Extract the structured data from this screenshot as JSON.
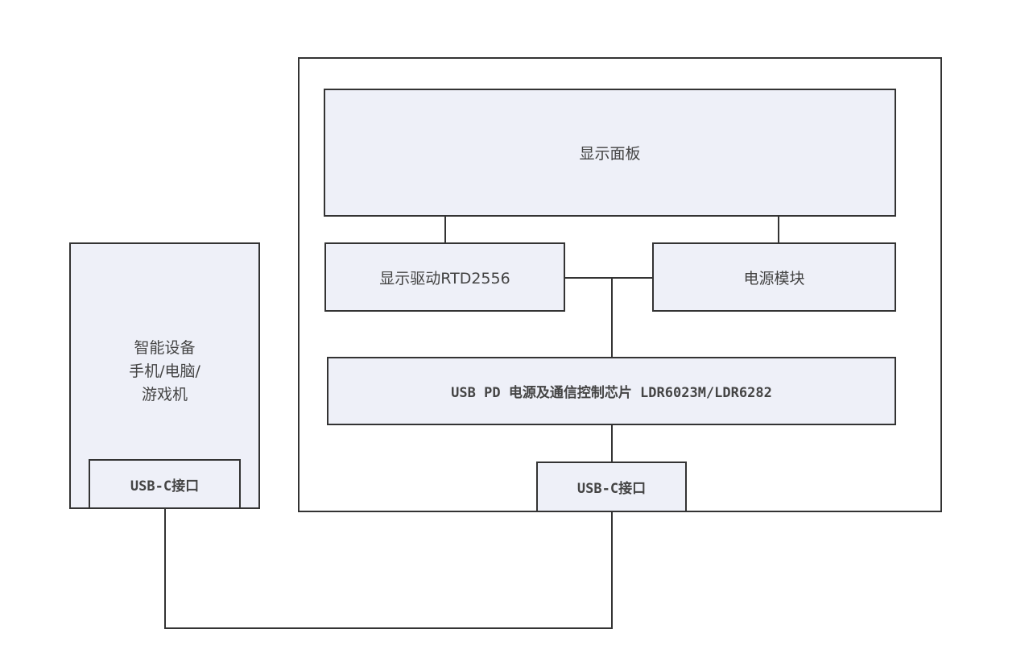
{
  "blocks": {
    "panel": "显示面板",
    "driver": "显示驱动RTD2556",
    "power": "电源模块",
    "pd_chip": "USB PD 电源及通信控制芯片 LDR6023M/LDR6282",
    "usbc_monitor": "USB-C接口",
    "device_line1": "智能设备",
    "device_line2": "手机/电脑/",
    "device_line3": "游戏机",
    "usbc_device": "USB-C接口"
  },
  "colors": {
    "fill": "#eef0f8",
    "stroke": "#333333"
  }
}
